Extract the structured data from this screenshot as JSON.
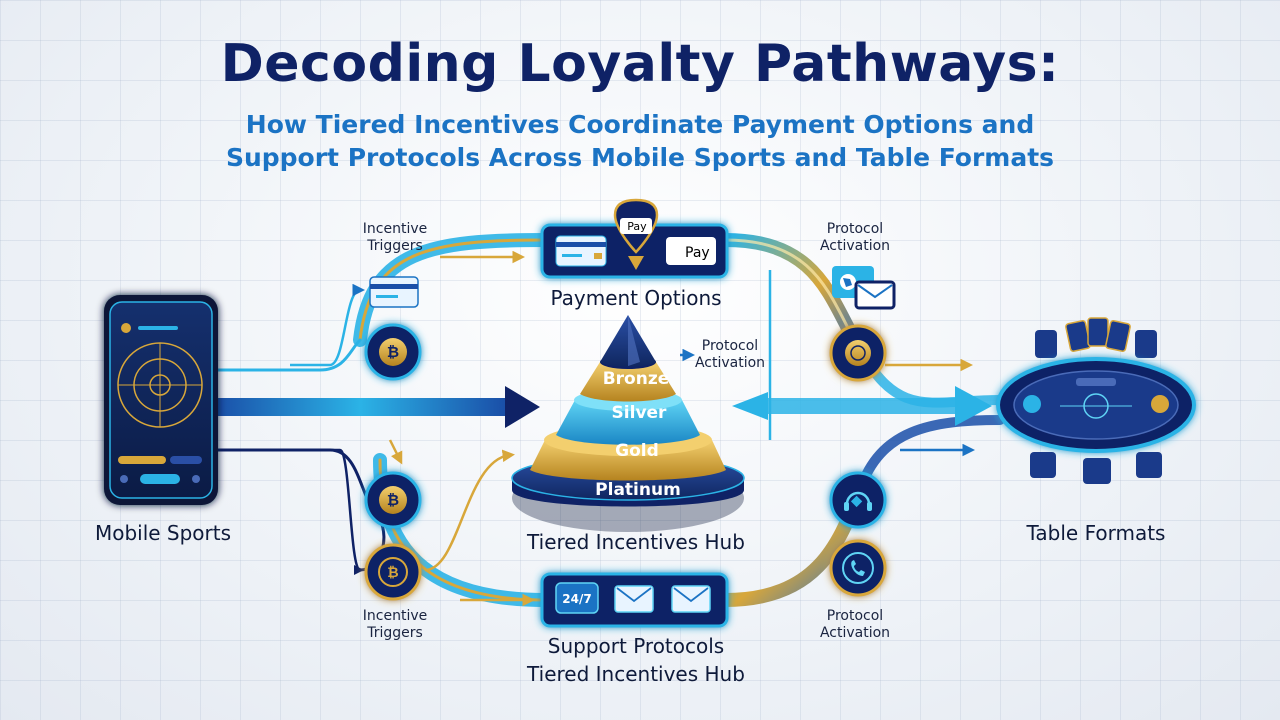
{
  "title": "Decoding Loyalty Pathways:",
  "subtitle_line1": "How Tiered Incentives Coordinate Payment Options and",
  "subtitle_line2": "Support Protocols Across Mobile Sports and Table Formats",
  "labels": {
    "mobile_sports": "Mobile Sports",
    "table_formats": "Table Formats",
    "payment_options": "Payment Options",
    "tiered_hub": "Tiered Incentives Hub",
    "support_protocols": "Support Protocols",
    "support_hub": "Tiered Incentives Hub",
    "incentive_triggers_top_1": "Incentive",
    "incentive_triggers_top_2": "Triggers",
    "incentive_triggers_bottom_1": "Incentive",
    "incentive_triggers_bottom_2": "Triggers",
    "protocol_activation_top_1": "Protocol",
    "protocol_activation_top_2": "Activation",
    "protocol_activation_mid_1": "Protocol",
    "protocol_activation_mid_2": "Activation",
    "protocol_activation_bottom_1": "Protocol",
    "protocol_activation_bottom_2": "Activation"
  },
  "tiers": [
    "Bronze",
    "Silver",
    "Gold",
    "Platinum"
  ],
  "payment_badges": {
    "pin_pay": "Pay",
    "apple_pay": "Pay"
  },
  "support_badges": {
    "hours": "24/7"
  },
  "icons": {
    "phone": "smartphone-icon",
    "card": "credit-card-icon",
    "coin": "bitcoin-coin-icon",
    "headset": "headset-icon",
    "call": "phone-call-icon",
    "mail": "envelope-icon",
    "globe": "globe-icon",
    "table": "card-table-icon"
  },
  "colors": {
    "navy": "#0f2266",
    "blue": "#1b73c4",
    "cyan": "#2bb3e6",
    "gold": "#d8a73a",
    "bronze": "#b87333"
  }
}
